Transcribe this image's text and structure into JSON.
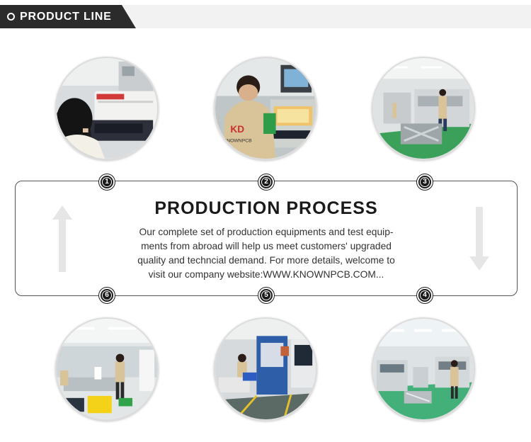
{
  "header": {
    "title": "PRODUCT LINE"
  },
  "process": {
    "title": "PRODUCTION PROCESS",
    "description_lines": [
      "Our complete set of production equipments and test equip-",
      "ments from abroad will help us meet customers' upgraded",
      "quality and techncial demand. For more details, welcome to",
      "visit our company website:WWW.KNOWNPCB.COM..."
    ]
  },
  "steps": {
    "s1": "1",
    "s2": "2",
    "s3": "3",
    "s4": "4",
    "s5": "5",
    "s6": "6"
  },
  "photos": {
    "vest_logo": "KD",
    "vest_text": "KNOWNPCB"
  },
  "colors": {
    "header_dark": "#2b2b2b",
    "header_light": "#f2f2f2",
    "box_border": "#555555",
    "badge": "#1a1a1a",
    "arrow": "#e6e6e6",
    "factory_floor_green": "#3aa05a"
  }
}
